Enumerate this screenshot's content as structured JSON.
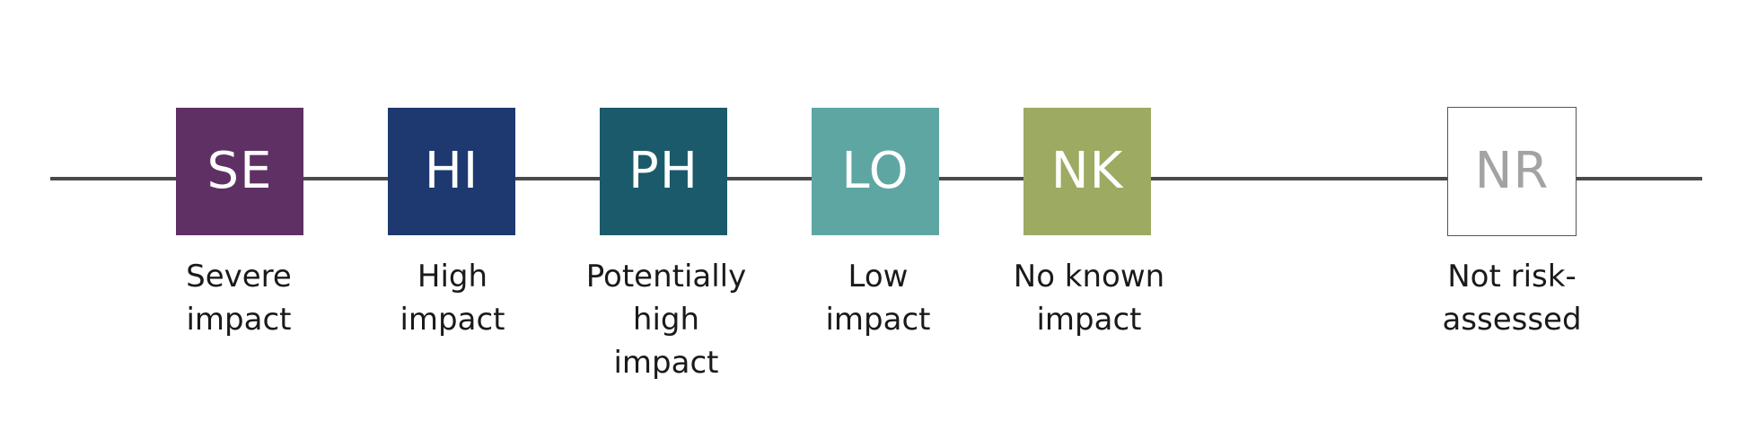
{
  "categories": [
    {
      "code": "SE",
      "label_lines": [
        "Severe",
        "impact"
      ],
      "color": "#5f3064"
    },
    {
      "code": "HI",
      "label_lines": [
        "High",
        "impact"
      ],
      "color": "#1e3870"
    },
    {
      "code": "PH",
      "label_lines": [
        "Potentially",
        "high",
        "impact"
      ],
      "color": "#1b5a6a"
    },
    {
      "code": "LO",
      "label_lines": [
        "Low",
        "impact"
      ],
      "color": "#5ea6a2"
    },
    {
      "code": "NK",
      "label_lines": [
        "No known",
        "impact"
      ],
      "color": "#9daa62"
    },
    {
      "code": "NR",
      "label_lines": [
        "Not risk-",
        "assessed"
      ],
      "color": "#ffffff"
    }
  ]
}
